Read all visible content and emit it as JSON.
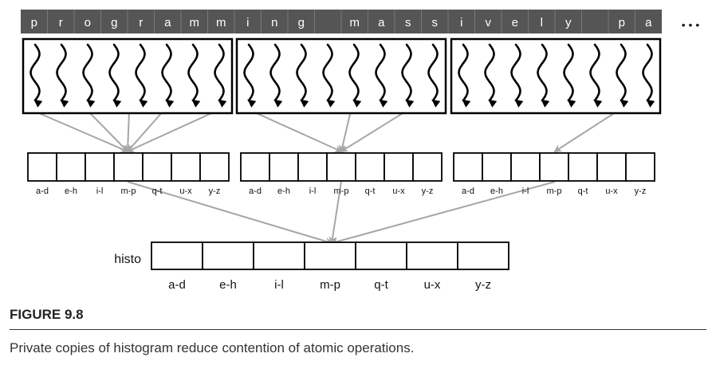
{
  "input": {
    "chars": [
      "p",
      "r",
      "o",
      "g",
      "r",
      "a",
      "m",
      "m",
      "i",
      "n",
      "g",
      "",
      "m",
      "a",
      "s",
      "s",
      "i",
      "v",
      "e",
      "l",
      "y",
      "",
      "p",
      "a"
    ],
    "ellipsis": "• • •"
  },
  "bins": [
    "a-d",
    "e-h",
    "i-l",
    "m-p",
    "q-t",
    "u-x",
    "y-z"
  ],
  "histo": {
    "label": "histo",
    "bins": [
      "a-d",
      "e-h",
      "i-l",
      "m-p",
      "q-t",
      "u-x",
      "y-z"
    ]
  },
  "figure": {
    "label": "FIGURE 9.8",
    "caption": "Private copies of histogram reduce contention of atomic operations."
  },
  "colors": {
    "input_bg": "#555555",
    "input_text": "#ffffff",
    "arrow": "#a6a6a6",
    "line": "#000000"
  }
}
